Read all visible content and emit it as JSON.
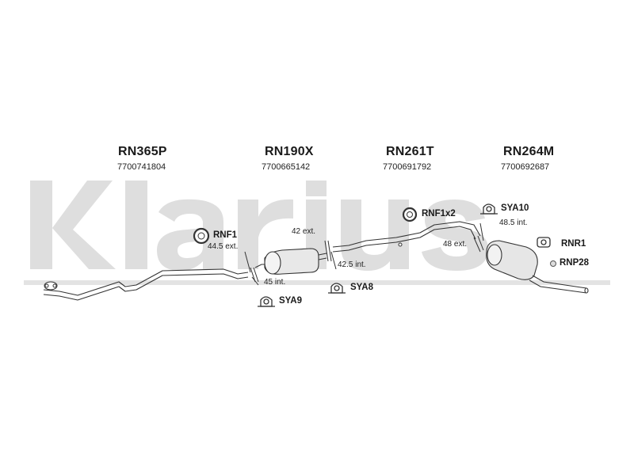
{
  "watermark": {
    "text": "Klarius",
    "color": "#d9d9d9"
  },
  "sections": [
    {
      "code": "RN365P",
      "oem": "7700741804"
    },
    {
      "code": "RN190X",
      "oem": "7700665142"
    },
    {
      "code": "RN261T",
      "oem": "7700691792"
    },
    {
      "code": "RN264M",
      "oem": "7700692687"
    }
  ],
  "parts": {
    "rnf1": "RNF1",
    "rnf1x2": "RNF1x2",
    "sya10": "SYA10",
    "rnr1": "RNR1",
    "rnp28": "RNP28",
    "sya8": "SYA8",
    "sya9": "SYA9"
  },
  "dims": {
    "d445ext": "44.5 ext.",
    "d42ext": "42 ext.",
    "d45int": "45 int.",
    "d425int": "42.5 int.",
    "d48ext": "48 ext.",
    "d485int": "48.5 int."
  },
  "colors": {
    "line": "#333333",
    "pipe_fill": "#ffffff",
    "muffler_fill": "#e6e6e6"
  }
}
